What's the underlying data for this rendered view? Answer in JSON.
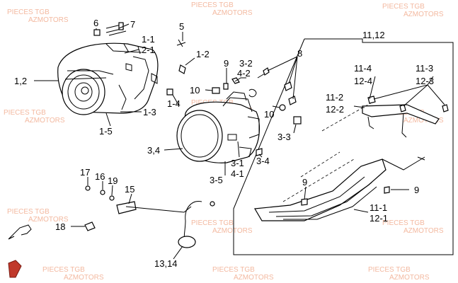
{
  "watermark": {
    "line1": "PIECES TGB",
    "line2": "AZMOTORS",
    "color": "#f3b9a0"
  },
  "brand_logo_color": "#c0392b",
  "callouts": [
    {
      "id": "c-1-2",
      "text": "1,2"
    },
    {
      "id": "c-6",
      "text": "6"
    },
    {
      "id": "c-7",
      "text": "7"
    },
    {
      "id": "c-1-1",
      "text": "1-1"
    },
    {
      "id": "c-2-1",
      "text": "2-1"
    },
    {
      "id": "c-5",
      "text": "5"
    },
    {
      "id": "c-1-2b",
      "text": "1-2"
    },
    {
      "id": "c-1-3",
      "text": "1-3"
    },
    {
      "id": "c-1-4",
      "text": "1-4"
    },
    {
      "id": "c-1-5",
      "text": "1-5"
    },
    {
      "id": "c-9a",
      "text": "9"
    },
    {
      "id": "c-10a",
      "text": "10"
    },
    {
      "id": "c-3-2",
      "text": "3-2"
    },
    {
      "id": "c-4-2",
      "text": "4-2"
    },
    {
      "id": "c-8",
      "text": "8"
    },
    {
      "id": "c-10b",
      "text": "10"
    },
    {
      "id": "c-3-3",
      "text": "3-3"
    },
    {
      "id": "c-3-4-top",
      "text": "3,4"
    },
    {
      "id": "c-3-1",
      "text": "3-1"
    },
    {
      "id": "c-4-1",
      "text": "4-1"
    },
    {
      "id": "c-3-4",
      "text": "3-4"
    },
    {
      "id": "c-3-5",
      "text": "3-5"
    },
    {
      "id": "c-11-12",
      "text": "11,12"
    },
    {
      "id": "c-11-4",
      "text": "11-4"
    },
    {
      "id": "c-12-4",
      "text": "12-4"
    },
    {
      "id": "c-11-3",
      "text": "11-3"
    },
    {
      "id": "c-12-3",
      "text": "12-3"
    },
    {
      "id": "c-11-2",
      "text": "11-2"
    },
    {
      "id": "c-12-2",
      "text": "12-2"
    },
    {
      "id": "c-9b",
      "text": "9"
    },
    {
      "id": "c-9c",
      "text": "9"
    },
    {
      "id": "c-11-1",
      "text": "11-1"
    },
    {
      "id": "c-12-1",
      "text": "12-1"
    },
    {
      "id": "c-17",
      "text": "17"
    },
    {
      "id": "c-16",
      "text": "16"
    },
    {
      "id": "c-19",
      "text": "19"
    },
    {
      "id": "c-15",
      "text": "15"
    },
    {
      "id": "c-18",
      "text": "18"
    },
    {
      "id": "c-13-14",
      "text": "13,14"
    }
  ]
}
